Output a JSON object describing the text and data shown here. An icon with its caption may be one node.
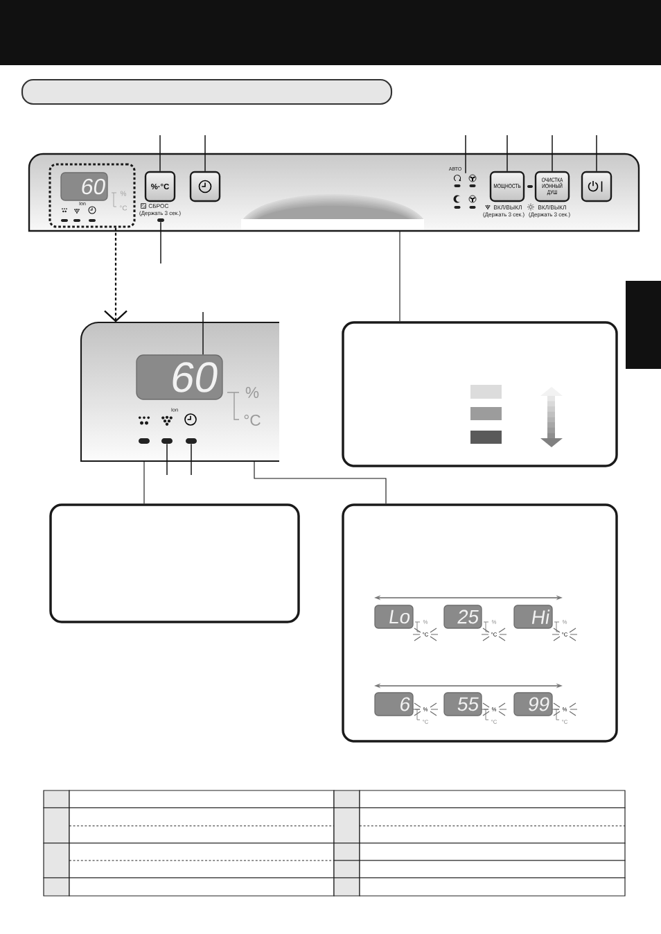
{
  "diagram": {
    "nodes": [
      {
        "text": [],
        "shape": "box"
      },
      {
        "text": [],
        "shape": "box"
      },
      {
        "text": [],
        "shape": "box",
        "in": 1
      },
      {
        "text": [
          "60"
        ],
        "in": 2,
        "beside": [
          "%",
          "°C"
        ]
      },
      {
        "text": [
          "%·°C"
        ],
        "in": 1,
        "beside": [
          "СБРОС",
          "(Держать 3 сек.)"
        ]
      },
      {
        "text": [],
        "shape": "bar",
        "in": 1
      },
      {
        "text": [],
        "shape": "box",
        "in": 1
      },
      {
        "text": [],
        "shape": "picture",
        "in": 1
      },
      {
        "text": [
          "МОЩНОСТЬ"
        ],
        "in": 1,
        "beside": [
          "ВКЛ/ВЫКЛ",
          "(Держать 3 сек.)"
        ]
      },
      {
        "text": [
          "ОЧИСТКА ИОННЫЙ ДУШ"
        ],
        "in": 1,
        "beside": [
          "ВКЛ/ВЫКЛ",
          "(Держать 3 сек.)"
        ]
      },
      {
        "text": [],
        "shape": "box",
        "in": 1
      },
      {
        "text": [],
        "shape": "box"
      },
      {
        "text": [],
        "shape": "box"
      },
      {
        "text": [
          "60"
        ],
        "in": 12,
        "beside": [
          "%",
          "°C"
        ]
      },
      {
        "text": [],
        "shape": "bar",
        "in": 12
      },
      {
        "text": [],
        "shape": "bar",
        "in": 12
      },
      {
        "text": [],
        "shape": "box"
      },
      {
        "text": [],
        "shape": "box"
      },
      {
        "text": [],
        "shape": "box"
      },
      {
        "text": [
          "Lo"
        ],
        "in": 18,
        "beside": [
          "%",
          "°C"
        ]
      },
      {
        "text": [
          "25"
        ],
        "in": 18,
        "beside": [
          "%",
          "°C"
        ]
      },
      {
        "text": [
          "Hi"
        ],
        "in": 18,
        "beside": [
          "%",
          "°C"
        ]
      },
      {
        "text": [
          "6"
        ],
        "in": 18,
        "beside": [
          "%",
          "°C"
        ]
      },
      {
        "text": [
          "55"
        ],
        "in": 18,
        "beside": [
          "%",
          "°C"
        ]
      },
      {
        "text": [
          "99"
        ],
        "in": 18,
        "beside": [
          "%",
          "°C"
        ]
      }
    ],
    "edges": [
      {
        "from": null,
        "to": 4,
        "arrow": "none"
      },
      {
        "from": null,
        "to": 6,
        "arrow": "none"
      },
      {
        "from": null,
        "to": 7,
        "arrow": "none"
      },
      {
        "from": null,
        "to": 8,
        "arrow": "none"
      },
      {
        "from": null,
        "to": 9,
        "arrow": "none"
      },
      {
        "from": null,
        "to": 10,
        "arrow": "none"
      },
      {
        "from": null,
        "to": 5,
        "arrow": "none"
      },
      {
        "from": 2,
        "to": 12,
        "arrow": "to",
        "style": "dashed"
      },
      {
        "from": 1,
        "to": 16,
        "arrow": "none"
      },
      {
        "from": null,
        "to": 13,
        "arrow": "none"
      },
      {
        "from": null,
        "to": 14,
        "arrow": "none"
      },
      {
        "from": null,
        "to": 15,
        "arrow": "none"
      },
      {
        "from": 12,
        "to": 17,
        "arrow": "none"
      },
      {
        "from": 12,
        "to": 18,
        "arrow": "none"
      }
    ],
    "labels": [
      "Ion",
      "АВТО",
      "Ion"
    ]
  }
}
